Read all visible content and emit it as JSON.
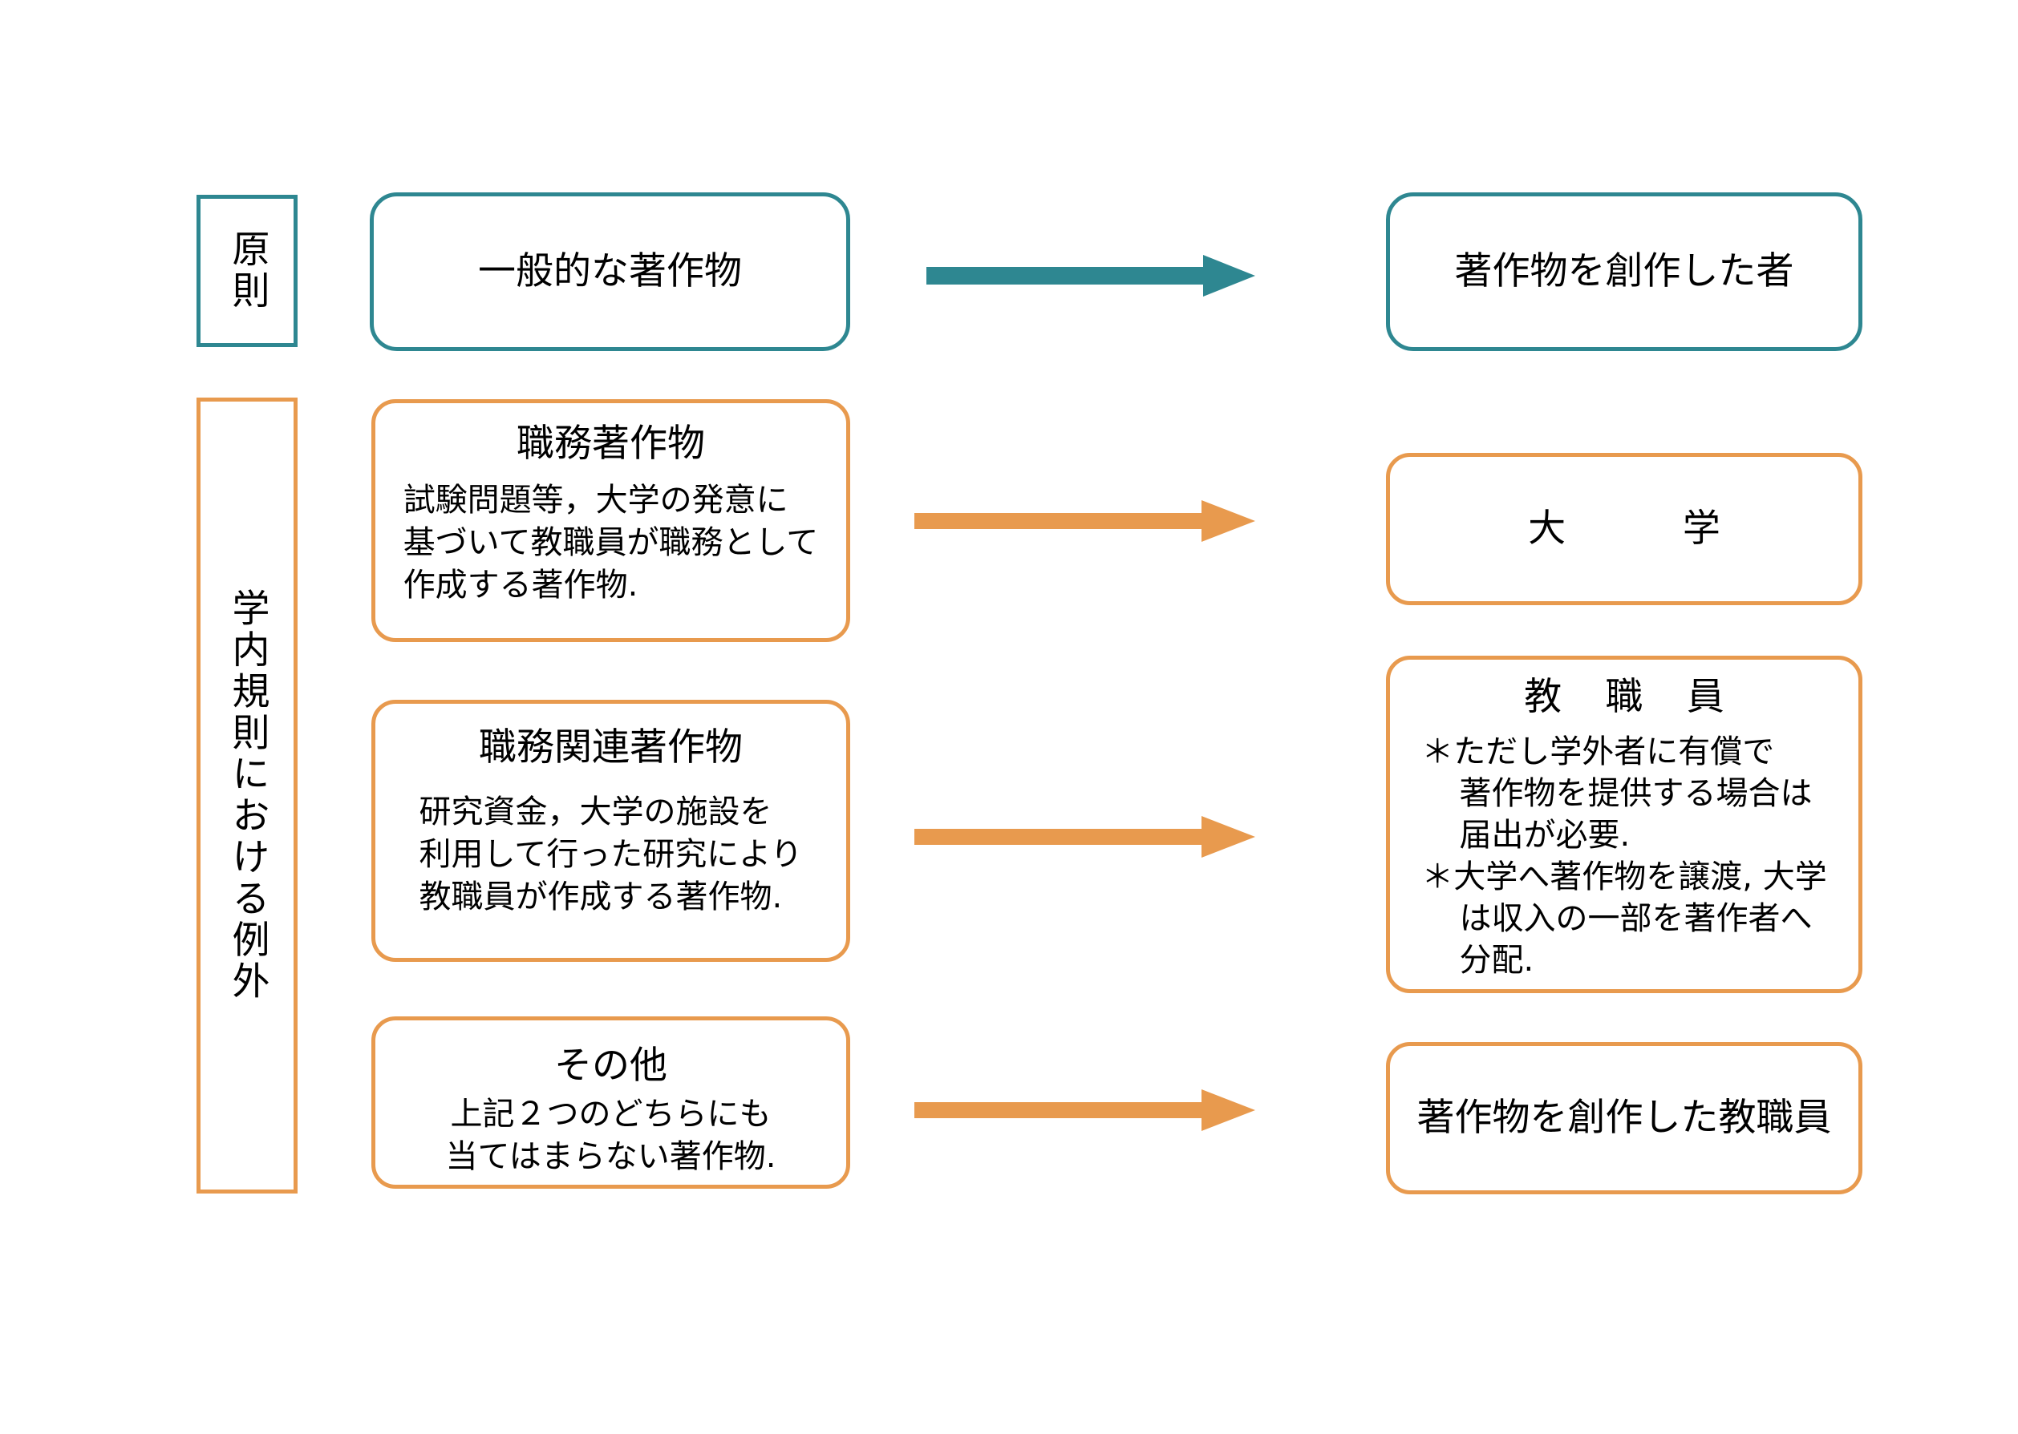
{
  "diagram": {
    "title_text_present": false,
    "colors": {
      "teal": "#2E8791",
      "orange": "#E89A4E",
      "text": "#000000",
      "background": "#FFFFFF"
    }
  },
  "categories": [
    {
      "id": "principle",
      "label": "原則",
      "accent": "#2E8791"
    },
    {
      "id": "exception",
      "label": "学内規則における例外",
      "accent": "#E89A4E"
    }
  ],
  "rows": [
    {
      "id": "general-work",
      "accent": "#2E8791",
      "source": {
        "title": "一般的な著作物",
        "body": ""
      },
      "arrow": {
        "name": "arrow-general-work",
        "color": "#2E8791"
      },
      "target": {
        "title": "著作物を創作した者",
        "notes": []
      }
    },
    {
      "id": "work-for-hire",
      "accent": "#E89A4E",
      "source": {
        "title": "職務著作物",
        "body": "試験問題等，大学の発意に\n基づいて教職員が職務として\n作成する著作物."
      },
      "arrow": {
        "name": "arrow-work-for-hire",
        "color": "#E89A4E"
      },
      "target": {
        "title": "大　学",
        "notes": []
      }
    },
    {
      "id": "work-related",
      "accent": "#E89A4E",
      "source": {
        "title": "職務関連著作物",
        "body": "研究資金，大学の施設を\n利用して行った研究により\n教職員が作成する著作物."
      },
      "arrow": {
        "name": "arrow-work-related",
        "color": "#E89A4E"
      },
      "target": {
        "title": "教 職 員",
        "notes": [
          "＊ただし学外者に有償で\n著作物を提供する場合は\n届出が必要.",
          "＊大学へ著作物を譲渡, 大学\nは収入の一部を著作者へ\n分配."
        ]
      }
    },
    {
      "id": "other",
      "accent": "#E89A4E",
      "source": {
        "title": "その他",
        "body": "上記２つのどちらにも\n当てはまらない著作物."
      },
      "arrow": {
        "name": "arrow-other",
        "color": "#E89A4E"
      },
      "target": {
        "title": "著作物を創作した教職員",
        "notes": []
      }
    }
  ]
}
